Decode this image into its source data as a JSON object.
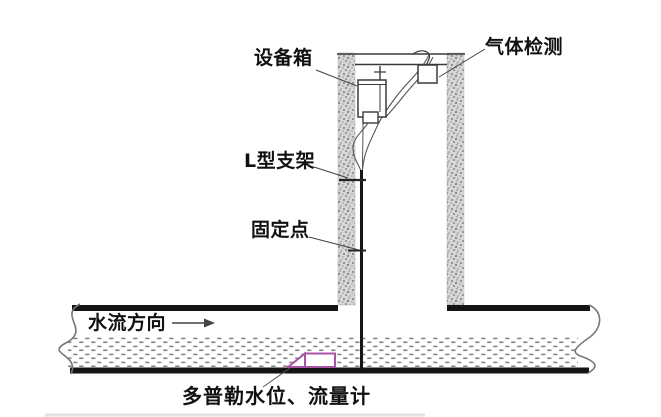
{
  "figure": {
    "labels": {
      "equipment_box": "设备箱",
      "gas_detection": "气体检测",
      "l_bracket": "L型支架",
      "fixed_point": "固定点",
      "flow_direction": "水流方向",
      "doppler_sensor": "多普勒水位、流量计"
    },
    "colors": {
      "line": "#3a3a3a",
      "pipe_wall": "#141414",
      "mounting_rod": "#161616",
      "sensor_outline": "#a855a8",
      "wall_fill": "#d7d7d7",
      "wall_speckle": "#7d7d7d",
      "water_dash": "#8c8c8c",
      "text": "#111111"
    }
  }
}
